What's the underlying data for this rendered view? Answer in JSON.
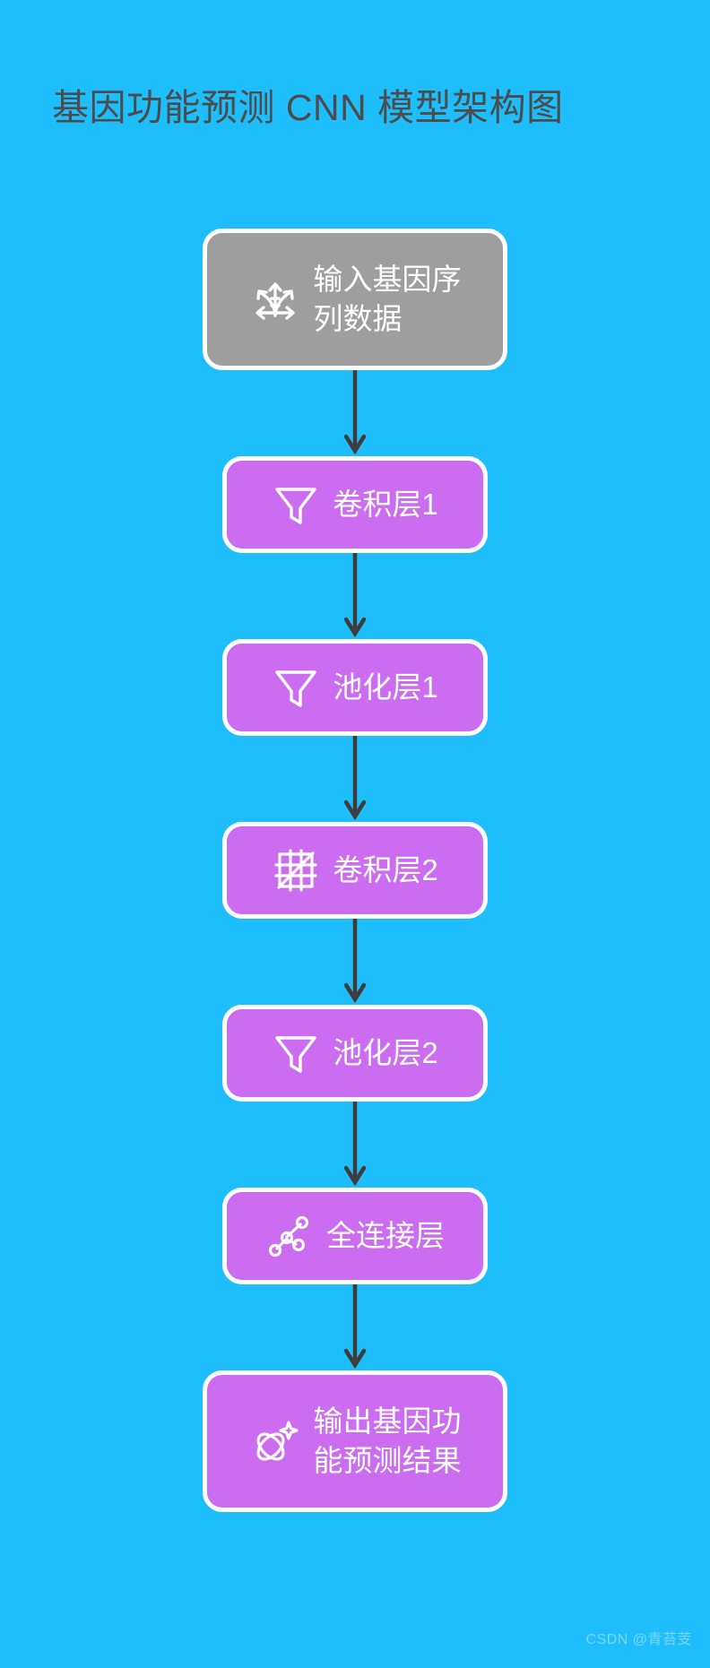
{
  "page": {
    "background_color": "#1ebefc",
    "title": "基因功能预测 CNN 模型架构图",
    "title_color": "#4c4c4c"
  },
  "colors": {
    "background": "#1ebefc",
    "input_node_fill": "#9e9e9e",
    "layer_node_fill": "#cc6cf0",
    "node_border": "#ffffff",
    "node_text": "#ffffff",
    "arrow": "#3d3d3d",
    "watermark": "#7fd7fd"
  },
  "flow": {
    "nodes": [
      {
        "id": "input",
        "label": "输入基因序\n列数据",
        "icon": "expand-arrows-icon",
        "style": "gray",
        "size": "tall"
      },
      {
        "id": "conv1",
        "label": "卷积层1",
        "icon": "funnel-filter-icon",
        "style": "purple",
        "size": "short"
      },
      {
        "id": "pool1",
        "label": "池化层1",
        "icon": "funnel-filter-icon",
        "style": "purple",
        "size": "short"
      },
      {
        "id": "conv2",
        "label": "卷积层2",
        "icon": "grid-slash-icon",
        "style": "purple",
        "size": "short"
      },
      {
        "id": "pool2",
        "label": "池化层2",
        "icon": "funnel-filter-icon",
        "style": "purple",
        "size": "short"
      },
      {
        "id": "fc",
        "label": "全连接层",
        "icon": "node-link-graph-icon",
        "style": "purple",
        "size": "short"
      },
      {
        "id": "output",
        "label": "输出基因功\n能预测结果",
        "icon": "atom-sparkle-icon",
        "style": "purple",
        "size": "tall"
      }
    ],
    "connectors": [
      {
        "from": "input",
        "to": "conv1",
        "icon": "arrow-down-icon"
      },
      {
        "from": "conv1",
        "to": "pool1",
        "icon": "arrow-down-icon"
      },
      {
        "from": "pool1",
        "to": "conv2",
        "icon": "arrow-down-icon"
      },
      {
        "from": "conv2",
        "to": "pool2",
        "icon": "arrow-down-icon"
      },
      {
        "from": "pool2",
        "to": "fc",
        "icon": "arrow-down-icon"
      },
      {
        "from": "fc",
        "to": "output",
        "icon": "arrow-down-icon"
      }
    ]
  },
  "watermark": {
    "text": "CSDN @青苔芰"
  }
}
